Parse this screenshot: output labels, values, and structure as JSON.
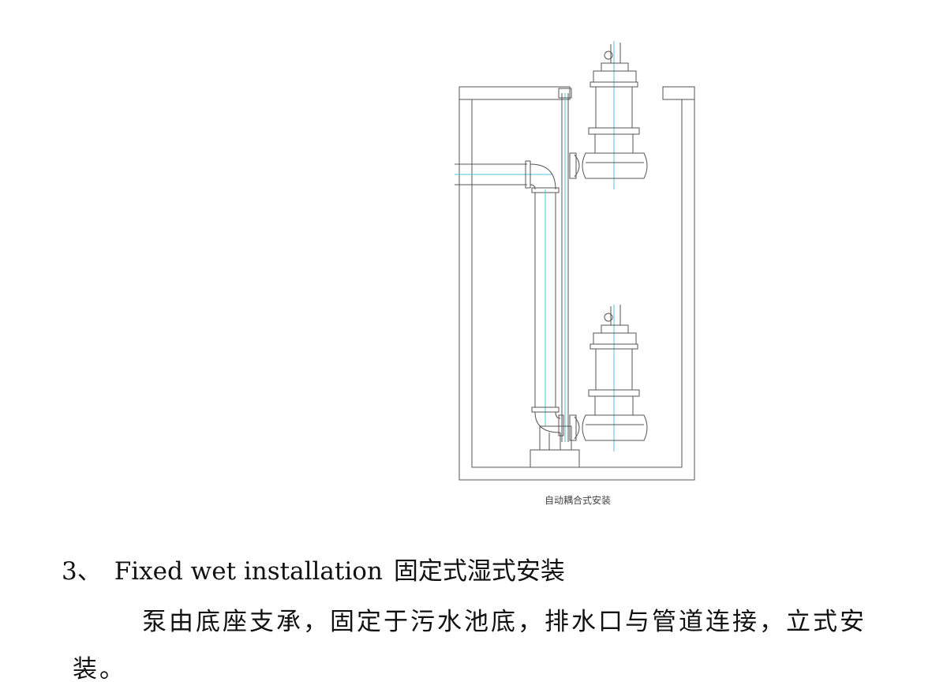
{
  "figure": {
    "caption": "自动耦合式安装"
  },
  "section": {
    "number": "3、",
    "title_en": "Fixed wet installation",
    "title_cn": "固定式湿式安装",
    "body": "泵由底座支承，固定于污水池底，排水口与管道连接，立式安装。"
  }
}
